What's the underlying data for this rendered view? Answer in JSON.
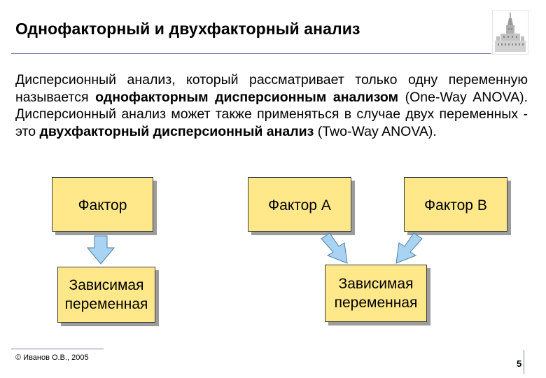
{
  "slide": {
    "title": "Однофакторный и двухфакторный анализ",
    "intro": {
      "part1": "Дисперсионный анализ, который рассматривает только одну переменную называется ",
      "bold1": "однофакторным дисперсионным анализом",
      "part2": " (One-Way ANOVA). Дисперсионный анализ может также применяться в случае двух переменных - это ",
      "bold2": "двухфакторный дисперсионный анализ",
      "part3": " (Two-Way ANOVA)."
    },
    "diagram": {
      "factor": "Фактор",
      "factor_a": "Фактор А",
      "factor_b": "Фактор В",
      "dependent_line1": "Зависимая",
      "dependent_line2": "переменная"
    },
    "footer": {
      "copyright": "© Иванов О.В., 2005",
      "page_number": "5"
    }
  },
  "colors": {
    "box_fill": "#ffe88a",
    "arrow_fill": "#a9d3f2",
    "rule": "#7a86a8"
  }
}
